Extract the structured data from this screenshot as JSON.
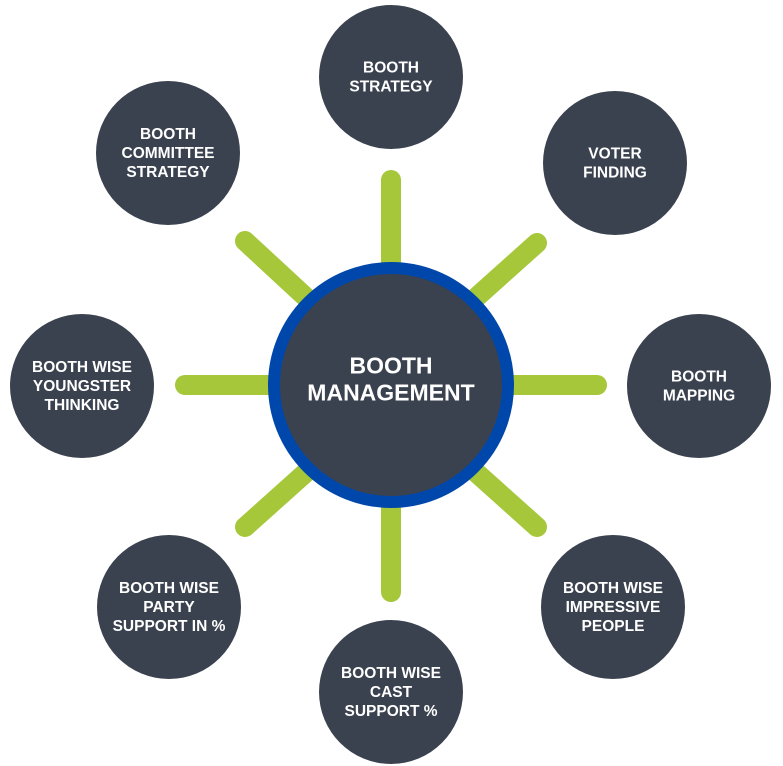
{
  "diagram": {
    "title": "BOOTH MANAGEMENT",
    "center": {
      "lines": [
        "BOOTH",
        "MANAGEMENT"
      ]
    },
    "nodes": [
      {
        "id": "booth-strategy",
        "position": "top",
        "lines": [
          "BOOTH",
          "STRATEGY"
        ]
      },
      {
        "id": "voter-finding",
        "position": "top-right",
        "lines": [
          "VOTER",
          "FINDING"
        ]
      },
      {
        "id": "booth-mapping",
        "position": "right",
        "lines": [
          "BOOTH",
          "MAPPING"
        ]
      },
      {
        "id": "booth-wise-impressive-people",
        "position": "bottom-right",
        "lines": [
          "BOOTH WISE",
          "IMPRESSIVE",
          "PEOPLE"
        ]
      },
      {
        "id": "booth-wise-cast-support",
        "position": "bottom",
        "lines": [
          "BOOTH WISE",
          "CAST",
          "SUPPORT %"
        ]
      },
      {
        "id": "booth-wise-party-support",
        "position": "bottom-left",
        "lines": [
          "BOOTH WISE",
          "PARTY",
          "SUPPORT IN %"
        ]
      },
      {
        "id": "booth-wise-youngster-thinking",
        "position": "left",
        "lines": [
          "BOOTH WISE",
          "YOUNGSTER",
          "THINKING"
        ]
      },
      {
        "id": "booth-committee-strategy",
        "position": "top-left",
        "lines": [
          "BOOTH",
          "COMMITTEE",
          "STRATEGY"
        ]
      }
    ],
    "colors": {
      "node_fill": "#3b424f",
      "ring": "#0047ab",
      "spoke": "#a5c739",
      "text": "#ffffff",
      "background": "#ffffff"
    }
  }
}
